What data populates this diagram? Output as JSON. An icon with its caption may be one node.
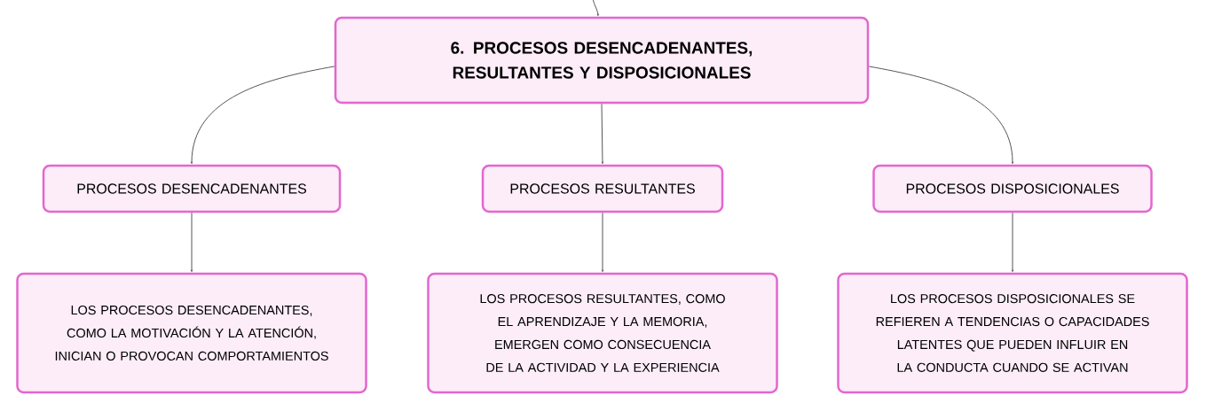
{
  "diagram": {
    "nodes": [
      {
        "text": [
          "6. PROCESOS DESENCADENANTES, RESULTANTES Y DISPOSICIONALES"
        ]
      },
      {
        "text": [
          "PROCESOS DESENCADENANTES"
        ]
      },
      {
        "text": [
          "PROCESOS RESULTANTES"
        ]
      },
      {
        "text": [
          "PROCESOS DISPOSICIONALES"
        ]
      },
      {
        "text": [
          "LOS PROCESOS DESENCADENANTES, COMO LA MOTIVACIÓN Y LA ATENCIÓN, INICIAN O PROVOCAN COMPORTAMIENTOS"
        ]
      },
      {
        "text": [
          "LOS PROCESOS RESULTANTES, COMO EL APRENDIZAJE Y LA MEMORIA, EMERGEN COMO CONSECUENCIA DE LA ACTIVIDAD Y LA EXPERIENCIA"
        ]
      },
      {
        "text": [
          "LOS PROCESOS DISPOSICIONALES SE REFIEREN A TENDENCIAS O CAPACIDADES LATENTES QUE PUEDEN INFLUIR EN LA CONDUCTA CUANDO SE ACTIVAN"
        ]
      }
    ],
    "edges": [
      {
        "from": null,
        "to": 0,
        "arrow": "to"
      },
      {
        "from": 0,
        "to": 1,
        "arrow": "to"
      },
      {
        "from": 0,
        "to": 2,
        "arrow": "to"
      },
      {
        "from": 0,
        "to": 3,
        "arrow": "to"
      },
      {
        "from": 1,
        "to": 4,
        "arrow": "to"
      },
      {
        "from": 2,
        "to": 5,
        "arrow": "to"
      },
      {
        "from": 3,
        "to": 6,
        "arrow": "to"
      }
    ]
  }
}
